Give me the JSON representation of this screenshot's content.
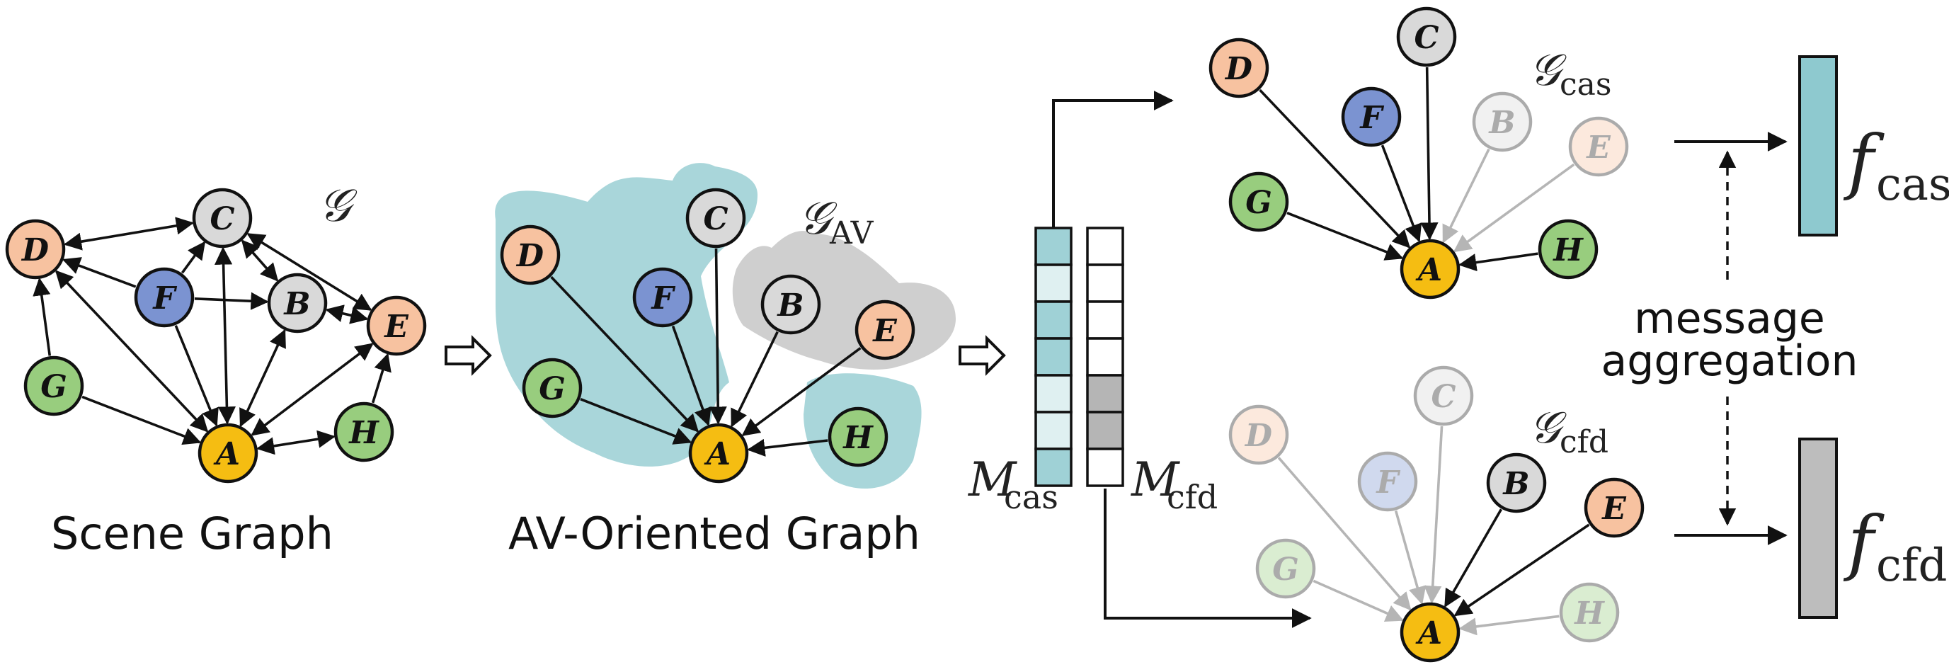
{
  "captions": {
    "scene_graph": "Scene Graph",
    "av_graph": "AV-Oriented Graph",
    "message_aggregation_line1": "message",
    "message_aggregation_line2": "aggregation"
  },
  "math_labels": {
    "g": "𝒢",
    "g_av_sub": "AV",
    "g_cas_sub": "cas",
    "g_cfd_sub": "cfd",
    "m": "M",
    "m_cas_sub": "cas",
    "m_cfd_sub": "cfd",
    "f": "f",
    "f_cas_sub": "cas",
    "f_cfd_sub": "cfd"
  },
  "nodes": {
    "A": "A",
    "B": "B",
    "C": "C",
    "D": "D",
    "E": "E",
    "F": "F",
    "G": "G",
    "H": "H"
  },
  "colors": {
    "A": "#f5bd12",
    "B": "#d9d9d9",
    "C": "#d9d9d9",
    "D": "#f7c2a0",
    "E": "#f7c2a0",
    "F": "#7b93d1",
    "G": "#98cd7e",
    "H": "#98cd7e",
    "causal_teal": "#8ec9cf",
    "confounder_gray": "#bdbdbd",
    "blob_teal": "#a9d6da",
    "blob_gray": "#cfcfcf"
  },
  "mask_cas_cells": [
    "teal",
    "light",
    "teal",
    "teal",
    "light",
    "light",
    "teal"
  ],
  "mask_cfd_cells": [
    "white",
    "white",
    "white",
    "white",
    "gray",
    "gray",
    "white"
  ]
}
